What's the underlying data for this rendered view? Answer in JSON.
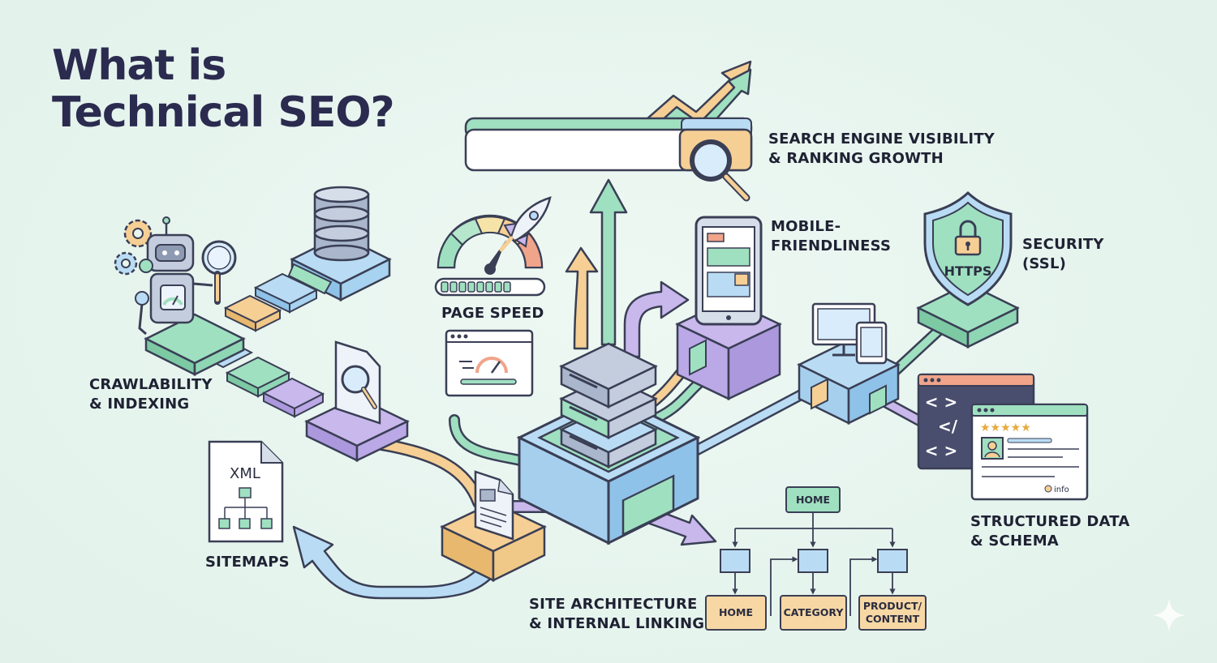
{
  "title": {
    "line1": "What is",
    "line2": "Technical SEO?"
  },
  "labels": {
    "visibility": {
      "line1": "SEARCH ENGINE VISIBILITY",
      "line2": "& RANKING GROWTH"
    },
    "mobile": {
      "line1": "MOBILE-",
      "line2": "FRIENDLINESS"
    },
    "security": {
      "line1": "SECURITY",
      "line2": "(SSL)"
    },
    "page_speed": "PAGE SPEED",
    "crawl": {
      "line1": "CRAWLABILITY",
      "line2": "& INDEXING"
    },
    "structured": {
      "line1": "STRUCTURED DATA",
      "line2": "& SCHEMA"
    },
    "sitemaps": "SITEMAPS",
    "architecture": {
      "line1": "SITE ARCHITECTURE",
      "line2": "& INTERNAL LINKING"
    }
  },
  "icons": {
    "https": "HTTPS",
    "xml": "XML",
    "info": "info",
    "code_open": "< >",
    "code_slash": "</",
    "code_close": "< >"
  },
  "tree": {
    "root": "HOME",
    "leaf1": "HOME",
    "leaf2": "CATEGORY",
    "leaf3_line1": "PRODUCT/",
    "leaf3_line2": "CONTENT"
  },
  "colors": {
    "background": "#e9f5ef",
    "title": "#2b2b4f",
    "green": "#9fe0c0",
    "blue": "#b9dcf4",
    "purple": "#c9b8ec",
    "tan": "#f7d7a4",
    "outline": "#3a3f55"
  }
}
